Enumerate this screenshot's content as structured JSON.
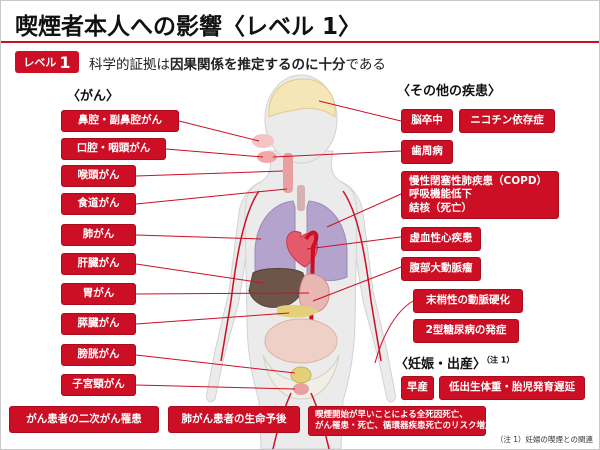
{
  "title": "喫煙者本人への影響〈レベル 1〉",
  "level_badge": {
    "prefix": "レベル",
    "number": "1"
  },
  "subtitle": {
    "part1": "科学的証拠は",
    "bold": "因果関係を推定するのに十分",
    "part2": "である"
  },
  "cancer_header": "〈がん〉",
  "cancers": [
    "鼻腔・副鼻腔がん",
    "口腔・咽頭がん",
    "喉頭がん",
    "食道がん",
    "肺がん",
    "肝臓がん",
    "胃がん",
    "膵臓がん",
    "膀胱がん",
    "子宮頸がん"
  ],
  "other_header": "〈その他の疾患〉",
  "diseases": {
    "stroke": "脳卒中",
    "nicotine": "ニコチン依存症",
    "periodontal": "歯周病",
    "copd_lines": [
      "慢性閉塞性肺疾患（COPD）",
      "呼吸機能低下",
      "結核（死亡）"
    ],
    "ischemic": "虚血性心疾患",
    "aortic": "腹部大動脈瘤",
    "peripheral": "末梢性の動脈硬化",
    "diabetes": "2型糖尿病の発症"
  },
  "pregnancy_header": "〈妊娠・出産〉",
  "pregnancy_note": "（注 1）",
  "pregnancy": {
    "preterm": "早産",
    "lbw": "低出生体重・胎児発育遅延"
  },
  "bottom": {
    "second_cancer": "がん患者の二次がん罹患",
    "lung_prognosis": "肺がん患者の生命予後",
    "early_start_lines": [
      "喫煙開始が早いことによる全死因死亡、",
      "がん罹患・死亡、循環器疾患死亡のリスク増加"
    ]
  },
  "footnote": "（注 1）妊婦の喫煙との関連",
  "colors": {
    "accent": "#cc0f25",
    "body": "#e8e8e8",
    "lungs": "#b4a3cc",
    "liver": "#6e5549",
    "stomach": "#e8b7b1",
    "bladder": "#e2d17a"
  }
}
